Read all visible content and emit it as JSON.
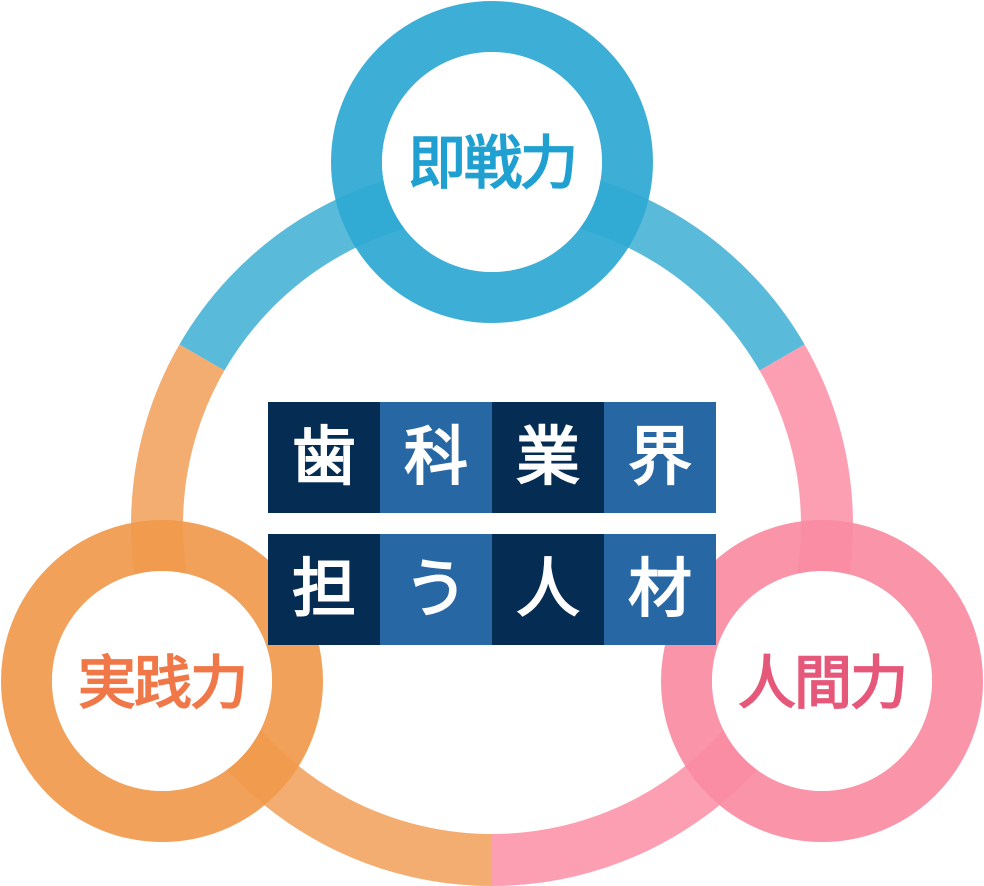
{
  "diagram": {
    "title_rows": [
      [
        "歯",
        "科",
        "業",
        "界"
      ],
      [
        "担",
        "う",
        "人",
        "材"
      ]
    ],
    "title_text": "歯科業界担う人材",
    "nodes": [
      {
        "id": "top",
        "label": "即戦力",
        "ring_color": "#2EA9D3",
        "arc_color": "#5ABADA",
        "text_color": "#1FA0D0"
      },
      {
        "id": "bottom-left",
        "label": "実践力",
        "ring_color": "#F09A4C",
        "arc_color": "#F3AD70",
        "text_color": "#F07848"
      },
      {
        "id": "bottom-right",
        "label": "人間力",
        "ring_color": "#FA8CA2",
        "arc_color": "#FD9FB3",
        "text_color": "#E6587A"
      }
    ],
    "cell_colors": {
      "dark": "#052D54",
      "light": "#2767A4"
    }
  }
}
